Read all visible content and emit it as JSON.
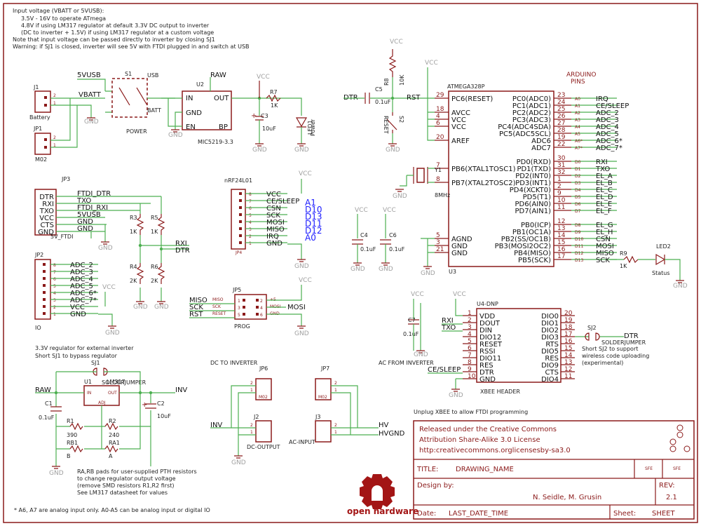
{
  "notes": {
    "top": [
      "Input voltage (VBATT or 5VUSB):",
      "3.5V - 16V to operate ATmega",
      "4.8V if using LM317 regulator at default 3.3V DC output to inverter",
      "(DC to inverter + 1.5V) if using LM317 regulator at a custom voltage",
      "Note that input voltage can be passed directly to inverter by closing SJ1",
      "Warning: if SJ1 is closed, inverter will see 5V with FTDI plugged in and switch at USB"
    ],
    "reg": [
      "3.3V regulator for external inverter",
      "Short SJ1 to bypass regulator"
    ],
    "rarb": [
      "RA,RB pads for user-supplied PTH resistors",
      "to change regulator output voltage",
      "(remove SMD resistors R1,R2 first)",
      "See LM317 datasheet for values"
    ],
    "analog": "* A6, A7 are analog input only. A0-A5 can be analog input or digital IO",
    "xbee": "Unplug XBEE to allow FTDI programming",
    "dc_inv": "DC TO INVERTER",
    "ac_inv": "AC FROM INVERTER",
    "sj2": [
      "Short SJ2 to support",
      "wireless code uploading",
      "(experimental)"
    ]
  },
  "nets": {
    "vbatt": "VBATT",
    "usb5v": "5VUSB",
    "raw": "RAW",
    "vcc": "VCC",
    "gnd": "GND",
    "dtr": "DTR",
    "rst": "RST",
    "rxi": "RXI",
    "txo": "TXO",
    "inv": "INV",
    "hv": "HV",
    "hvgnd": "HVGND",
    "ce_sleep": "CE/SLEEP",
    "miso": "MISO",
    "sck": "SCK",
    "mosi": "MOSI"
  },
  "parts": {
    "j1": "J1",
    "battery": "Battery",
    "jp1": "JP1",
    "m02": "M02",
    "s1": "S1",
    "usb": "USB",
    "batt": "BATT",
    "power": "POWER",
    "u2": "U2",
    "mic": "MIC5219-3.3",
    "u2_in": "IN",
    "u2_out": "OUT",
    "u2_gnd": "GND",
    "u2_en": "EN",
    "u2_bp": "BP",
    "r7": "R7",
    "r7v": "1K",
    "c3": "C3",
    "c3v": "10uF",
    "led1": "LED1",
    "led1v": "Power",
    "r8": "R8",
    "r8v": "10K",
    "c5": "C5",
    "c5v": "0.1uF",
    "s2": "S2",
    "reset": "RESET",
    "u3": "U3",
    "atmega": "ATMEGA328P",
    "arduino": "ARDUINO",
    "pins": "PINS",
    "y1": "Y1",
    "mhz": "8MHz",
    "c4": "C4",
    "c6": "C6",
    "cval": "0.1uF",
    "r9": "R9",
    "r9v": "1K",
    "led2": "LED2",
    "status": "Status",
    "jp3": "JP3",
    "ftdi5v": "5V_FTDI",
    "r3": "R3",
    "r5": "R5",
    "r4": "R4",
    "r6": "R6",
    "k1": "1K",
    "k2": "2K",
    "nrf": "nRF24L01",
    "jp4": "JP4",
    "jp2": "JP2",
    "io": "IO",
    "jp5": "JP5",
    "prog": "PROG",
    "u4": "U4-DNP",
    "xbee_header": "XBEE HEADER",
    "c7": "C7",
    "c7v": "0.1uF",
    "sj2": "SJ2",
    "solderjumper": "SOLDERJUMPER",
    "sj1": "SJ1",
    "u1": "U1",
    "lm317": "LM317",
    "u1_in": "IN",
    "u1_out": "OUT",
    "u1_adj": "ADJ",
    "c1": "C1",
    "c1v": "0.1uF",
    "c2": "C2",
    "c2v": "10uF",
    "r1": "R1",
    "r1v": "390",
    "r2": "R2",
    "r2v": "240",
    "rb1": "RB1",
    "rb1v": "B",
    "ra1": "RA1",
    "ra1v": "A",
    "jp6": "JP6",
    "jp7": "JP7",
    "j2": "J2",
    "j3": "J3",
    "dcout": "DC-OUTPUT",
    "acin": "AC-INPUT"
  },
  "atmega_left": [
    {
      "name": "PC6(RESET)",
      "num": "29"
    },
    {
      "name": "AVCC",
      "num": "18"
    },
    {
      "name": "VCC",
      "num": "4"
    },
    {
      "name": "VCC",
      "num": "6"
    },
    {
      "name": "AREF",
      "num": "20"
    },
    {
      "name": "PB6(XTAL1TOSC1)",
      "num": "7"
    },
    {
      "name": "PB7(XTAL2TOSC2)",
      "num": "8"
    },
    {
      "name": "AGND",
      "num": "5"
    },
    {
      "name": "GND",
      "num": "3"
    },
    {
      "name": "GND",
      "num": "21"
    }
  ],
  "atmega_right": [
    {
      "name": "PC0(ADC0)",
      "num": "23",
      "ard": "A0",
      "net": "IRQ"
    },
    {
      "name": "PC1(ADC1)",
      "num": "24",
      "ard": "A1",
      "net": "CE/SLEEP"
    },
    {
      "name": "PC2(ADC2)",
      "num": "25",
      "ard": "A2",
      "net": "ADC_2"
    },
    {
      "name": "PC3(ADC3)",
      "num": "26",
      "ard": "A3",
      "net": "ADC_3"
    },
    {
      "name": "PC4(ADC4SDA)",
      "num": "27",
      "ard": "A4",
      "net": "ADC_4"
    },
    {
      "name": "PC5(ADC5SCL)",
      "num": "28",
      "ard": "A5",
      "net": "ADC_5"
    },
    {
      "name": "ADC6",
      "num": "19",
      "ard": "A6*",
      "net": "ADC_6*"
    },
    {
      "name": "ADC7",
      "num": "22",
      "ard": "A7*",
      "net": "ADC_7*"
    },
    {
      "name": "PD0(RXD)",
      "num": "30",
      "ard": "D0",
      "net": "RXI"
    },
    {
      "name": "PD1(TXD)",
      "num": "31",
      "ard": "D1",
      "net": "TXO"
    },
    {
      "name": "PD2(INT0)",
      "num": "32",
      "ard": "D2",
      "net": "EL_A"
    },
    {
      "name": "PD3(INT1)",
      "num": "1",
      "ard": "D3",
      "net": "EL_B"
    },
    {
      "name": "PD4(XCKT0)",
      "num": "2",
      "ard": "D4",
      "net": "EL_C"
    },
    {
      "name": "PD5(T1)",
      "num": "9",
      "ard": "D5",
      "net": "EL_D"
    },
    {
      "name": "PD6(AIN0)",
      "num": "10",
      "ard": "D6",
      "net": "EL_E"
    },
    {
      "name": "PD7(AIN1)",
      "num": "11",
      "ard": "D7",
      "net": "EL_F"
    },
    {
      "name": "PB0(ICP)",
      "num": "12",
      "ard": "D8",
      "net": "EL_G"
    },
    {
      "name": "PB1(OC1A)",
      "num": "13",
      "ard": "D9",
      "net": "EL_H"
    },
    {
      "name": "PB2(SS/OC1B)",
      "num": "14",
      "ard": "D10",
      "net": "CSN"
    },
    {
      "name": "PB3(MOSI2OC2)",
      "num": "15",
      "ard": "D11",
      "net": "MOSI"
    },
    {
      "name": "PB4(MISO)",
      "num": "16",
      "ard": "D12",
      "net": "MISO"
    },
    {
      "name": "PB5(SCK)",
      "num": "17",
      "ard": "D13",
      "net": "SCK"
    }
  ],
  "jp3_pins": [
    {
      "pin": "DTR",
      "net": "FTDI_DTR"
    },
    {
      "pin": "RXI",
      "net": "TXO"
    },
    {
      "pin": "TXO",
      "net": "FTDI_RXI"
    },
    {
      "pin": "VCC",
      "net": "5VUSB"
    },
    {
      "pin": "CTS",
      "net": "GND"
    },
    {
      "pin": "GND",
      "net": "GND"
    }
  ],
  "jp4_pins": [
    {
      "num": "8",
      "net": "VCC",
      "ard": ""
    },
    {
      "num": "7",
      "net": "CE/SLEEP",
      "ard": "A1"
    },
    {
      "num": "6",
      "net": "CSN",
      "ard": "D10"
    },
    {
      "num": "5",
      "net": "SCK",
      "ard": "D13"
    },
    {
      "num": "4",
      "net": "MOSI",
      "ard": "D11"
    },
    {
      "num": "3",
      "net": "MISO",
      "ard": "D12"
    },
    {
      "num": "2",
      "net": "IRQ",
      "ard": "A0"
    },
    {
      "num": "1",
      "net": "GND",
      "ard": ""
    }
  ],
  "jp2_pins": [
    {
      "num": "8",
      "net": "ADC_2"
    },
    {
      "num": "7",
      "net": "ADC_3"
    },
    {
      "num": "6",
      "net": "ADC_4"
    },
    {
      "num": "5",
      "net": "ADC_5"
    },
    {
      "num": "4",
      "net": "ADC_6*"
    },
    {
      "num": "3",
      "net": "ADC_7*"
    },
    {
      "num": "2",
      "net": "VCC"
    },
    {
      "num": "1",
      "net": "GND"
    }
  ],
  "jp5": {
    "left_nums": [
      "1",
      "3",
      "5"
    ],
    "right_nums": [
      "2",
      "4",
      "6"
    ],
    "left_small": [
      "MISO",
      "SCK",
      "RESET"
    ],
    "right_small": [
      "+5",
      "MOSI",
      "GND"
    ]
  },
  "xbee_left": [
    {
      "num": "1",
      "name": "VDD"
    },
    {
      "num": "2",
      "name": "DOUT"
    },
    {
      "num": "3",
      "name": "DIN"
    },
    {
      "num": "4",
      "name": "DIO12"
    },
    {
      "num": "5",
      "name": "RESET"
    },
    {
      "num": "6",
      "name": "RSSI"
    },
    {
      "num": "7",
      "name": "DIO11"
    },
    {
      "num": "8",
      "name": "RES"
    },
    {
      "num": "9",
      "name": "DTR"
    },
    {
      "num": "10",
      "name": "GND"
    }
  ],
  "xbee_right": [
    {
      "num": "20",
      "name": "DIO0"
    },
    {
      "num": "19",
      "name": "DIO1"
    },
    {
      "num": "18",
      "name": "DIO2"
    },
    {
      "num": "17",
      "name": "DIO3"
    },
    {
      "num": "16",
      "name": "RTS"
    },
    {
      "num": "15",
      "name": "DIO5"
    },
    {
      "num": "14",
      "name": "RES"
    },
    {
      "num": "13",
      "name": "DIO9"
    },
    {
      "num": "12",
      "name": "CTS"
    },
    {
      "num": "11",
      "name": "DIO4"
    }
  ],
  "frame": {
    "license": [
      "Released under the Creative Commons",
      "Attribution Share-Alike 3.0 License",
      "http:creativecommons.orglicensesby-sa3.0"
    ],
    "title_label": "TITLE:",
    "title_value": "DRAWING_NAME",
    "sfe": "SFE",
    "design_label": "Design by:",
    "designers": "N. Seidle, M. Grusin",
    "rev_label": "REV:",
    "rev_value": "2.1",
    "date_label": "Date:",
    "date_value": "LAST_DATE_TIME",
    "sheet_label": "Sheet:",
    "sheet_value": "SHEET",
    "logo_text": "open hardware"
  }
}
